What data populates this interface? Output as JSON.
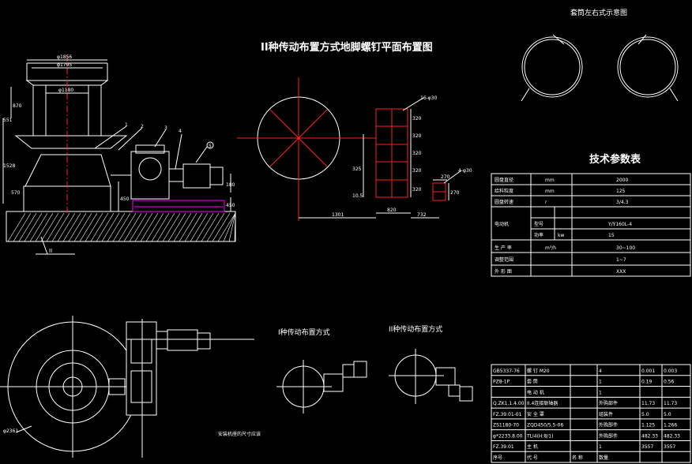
{
  "drawing": {
    "main_title": "II种传动布置方式地脚螺钉平面布置图",
    "shell_title": "套筒左右式示意图",
    "params_title": "技术参数表",
    "layout_1_title": "I种传动布置方式",
    "layout_2_title": "II种传动布置方式",
    "install_note": "安装机座的尺寸应该"
  },
  "elevation": {
    "dims": [
      "φ1856",
      "φ1795",
      "φ1180",
      "870",
      "551",
      "1528",
      "570",
      "450",
      "180",
      "450"
    ],
    "balloons": [
      "1",
      "2",
      "3",
      "4",
      "5"
    ],
    "section_label": "II"
  },
  "plan": {
    "dims": [
      "320",
      "320",
      "320",
      "320",
      "320",
      "325",
      "10.5",
      "1301",
      "820",
      "732",
      "270",
      "270",
      "16-φ30",
      "4-φ30"
    ]
  },
  "bottom_view": {
    "dim": "φ2361"
  },
  "params_table": {
    "rows": [
      [
        "圆盘直径",
        "mm",
        "2000"
      ],
      [
        "给料粒度",
        "mm",
        "125"
      ],
      [
        "圆盘转速",
        "r",
        "3/4.3"
      ],
      [
        "电动机",
        "型号",
        "",
        "Y/Y160L-4"
      ],
      [
        "",
        "功率",
        "kw",
        "15"
      ],
      [
        "生 产 率",
        "m³/h",
        "30~100"
      ],
      [
        "调整范围",
        "",
        "1~7"
      ],
      [
        "外 形 图",
        "",
        "XXX"
      ]
    ]
  },
  "parts_table": {
    "rows": [
      [
        "GB5337-76",
        "螺 钉 M20",
        "",
        "4",
        "0.001",
        "0.003"
      ],
      [
        "PZ8-1P",
        "套 筒",
        "",
        "1",
        "0.19",
        "0.56"
      ],
      [
        "",
        "电 动 机",
        "",
        "1",
        "",
        ""
      ],
      [
        "Q.ZK1.1.4.00",
        "II.4连接联轴器",
        "",
        "外购部件",
        "11.73",
        "11.73"
      ],
      [
        "FZ.39.01-01",
        "安 全 罩",
        "",
        "组装件",
        "5.0",
        "5.0"
      ],
      [
        "ZS1180-70",
        "ZQD450/5.5-06",
        "",
        "外购部件",
        "1.125",
        "1.266"
      ],
      [
        "φ*2233.8.00",
        "TLI4(H:8/1)",
        "",
        "外购部件",
        "482.33",
        "482.33"
      ],
      [
        "FZ.39.01",
        "主 机",
        "",
        "1",
        "3557",
        "3557"
      ],
      [
        "序号",
        "代 号",
        "名 称",
        "数量",
        "",
        ""
      ]
    ]
  }
}
